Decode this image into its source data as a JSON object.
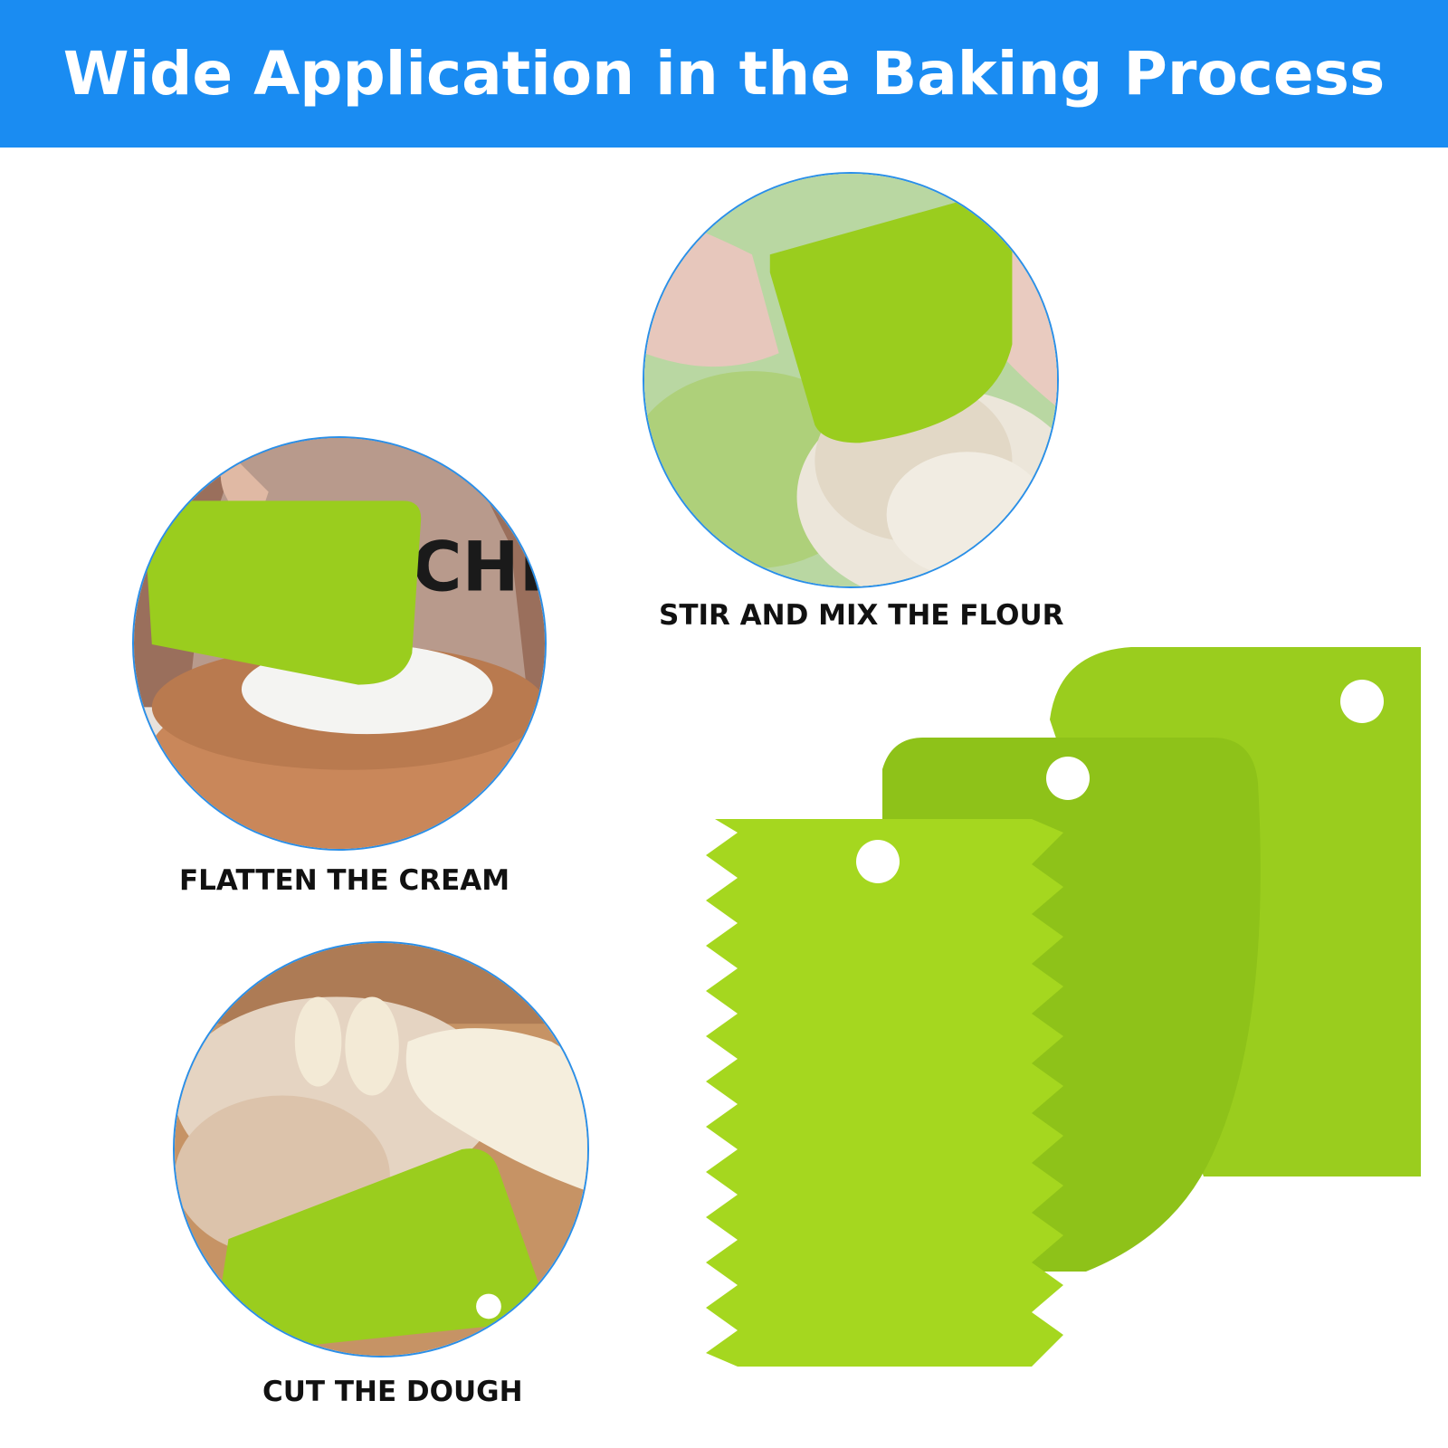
{
  "header": {
    "title": "Wide Application in the Baking Process"
  },
  "photos": [
    {
      "caption": "STIR AND MIX THE FLOUR",
      "icon": "flour-mixing-photo"
    },
    {
      "caption": "FLATTEN THE CREAM",
      "icon": "cream-flattening-photo",
      "apron_text": "CHEF"
    },
    {
      "caption": "CUT THE DOUGH",
      "icon": "dough-cutting-photo"
    }
  ],
  "product": {
    "icon": "dough-scraper-set",
    "count": 3,
    "colors": {
      "scraper": "#9acd1e",
      "banner": "#1a8cf2",
      "ring": "#2a8fe8"
    }
  }
}
